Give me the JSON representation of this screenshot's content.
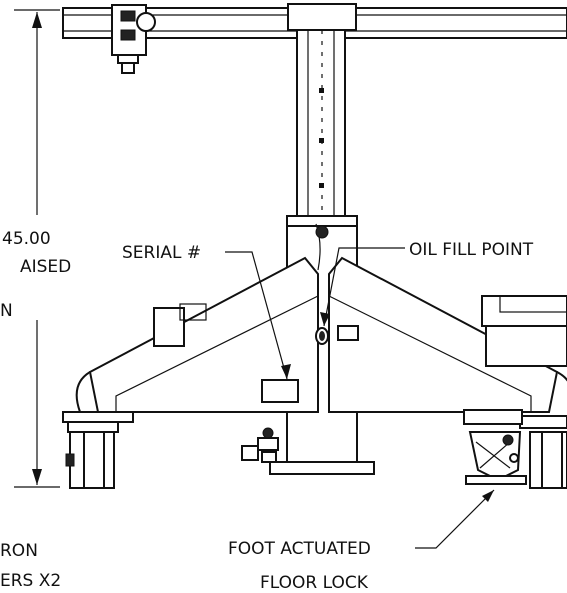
{
  "dimension": {
    "value": "45.00",
    "note_line1": "AISED",
    "note_line2": "N"
  },
  "callouts": {
    "serial": "SERIAL #",
    "oil_fill": "OIL FILL POINT",
    "floor_lock_line1": "FOOT ACTUATED",
    "floor_lock_line2": "FLOOR LOCK",
    "casters_line1": "RON",
    "casters_line2": "ERS X2"
  }
}
